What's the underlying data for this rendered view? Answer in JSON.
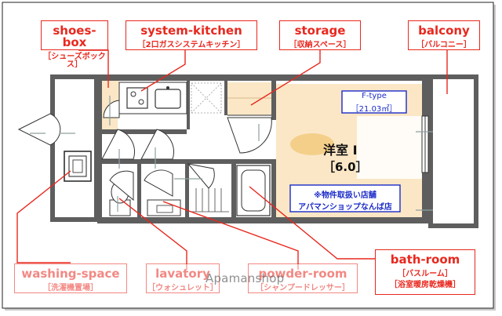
{
  "labels": {
    "shoes_box": {
      "en": "shoes-box",
      "jp": "［シューズボックス］"
    },
    "system_kitchen": {
      "en": "system-kitchen",
      "jp": "［2口ガスシステムキッチン］"
    },
    "storage": {
      "en": "storage",
      "jp": "［収納スペース］"
    },
    "balcony": {
      "en": "balcony",
      "jp": "［バルコニー］"
    },
    "washing_space": {
      "en": "washing-space",
      "jp": "［洗濯機置場］"
    },
    "lavatory": {
      "en": "lavatory",
      "jp": "［ウォシュレット］"
    },
    "powder_room": {
      "en": "powder-room",
      "jp": "［シャンプードレッサー］"
    },
    "bath_room": {
      "en": "bath-room",
      "jp": "［バスルーム］",
      "jp2": "［浴室暖房乾燥機］"
    }
  },
  "room": {
    "name": "洋室 Ⅰ",
    "size": "［6.0］"
  },
  "type_box": {
    "type": "F-type",
    "area": "［21.03㎡］"
  },
  "shop_note": {
    "line1": "※物件取扱い店舗",
    "line2": "アパマンショップなんば店"
  },
  "watermark": "Apamanshop",
  "colors": {
    "label_red": "#e8281e",
    "wall": "#5e5e5e",
    "floor_wood": "#fbe7c6",
    "accent_blue": "#1a2bc8",
    "arrow_gray": "#8fa0a0"
  }
}
